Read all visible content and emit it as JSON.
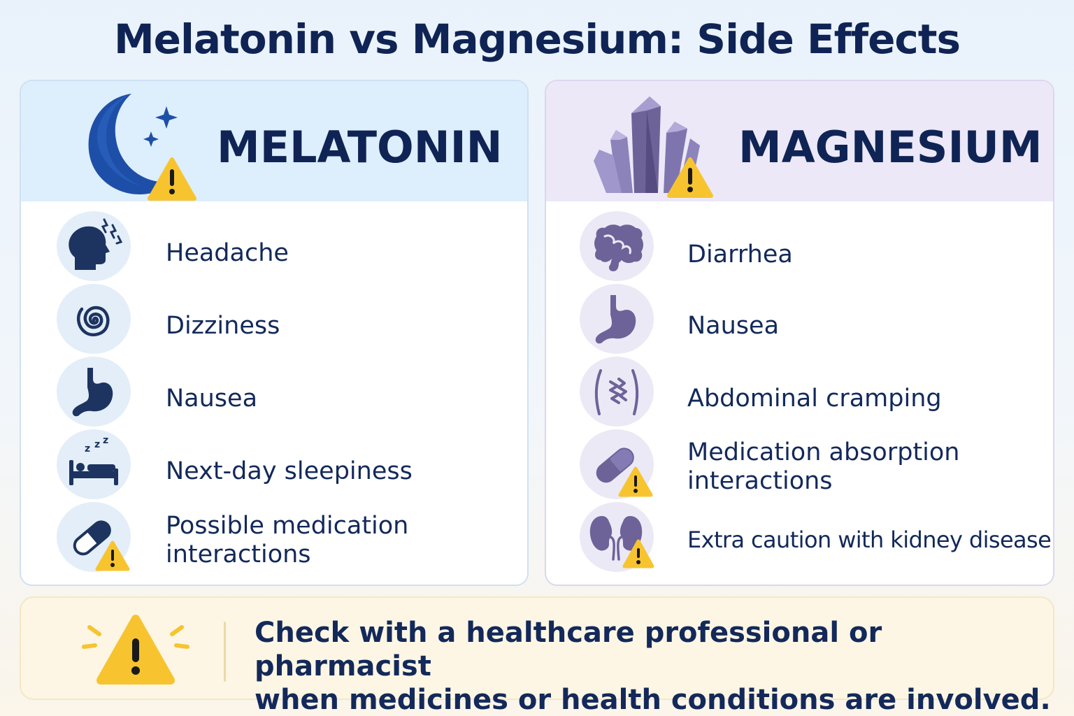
{
  "title": "Melatonin vs Magnesium: Side Effects",
  "melatonin": {
    "name": "MELATONIN",
    "header_icon": "crescent-moon-warning-icon",
    "items": [
      {
        "icon": "headache-icon",
        "label": "Headache"
      },
      {
        "icon": "spiral-icon",
        "label": "Dizziness"
      },
      {
        "icon": "stomach-icon",
        "label": "Nausea"
      },
      {
        "icon": "sleeping-bed-icon",
        "label": "Next-day sleepiness"
      },
      {
        "icon": "pill-warning-icon",
        "label_line1": "Possible medication",
        "label_line2": "interactions"
      }
    ]
  },
  "magnesium": {
    "name": "MAGNESIUM",
    "header_icon": "crystal-warning-icon",
    "items": [
      {
        "icon": "intestine-icon",
        "label": "Diarrhea"
      },
      {
        "icon": "stomach-icon",
        "label": "Nausea"
      },
      {
        "icon": "abdominal-cramp-icon",
        "label": "Abdominal cramping"
      },
      {
        "icon": "pill-warning-icon",
        "label_line1": "Medication absorption",
        "label_line2": "interactions"
      },
      {
        "icon": "kidney-warning-icon",
        "label": "Extra caution with kidney disease"
      }
    ]
  },
  "footer": {
    "icon": "warning-triangle-icon",
    "line1": "Check with a healthcare professional or pharmacist",
    "line2": "when medicines or health conditions are involved."
  },
  "colors": {
    "navy": "#0f2454",
    "melatonin_blue": "#1e4fa8",
    "magnesium_purple": "#6d6399",
    "warning_yellow": "#f7c430"
  }
}
